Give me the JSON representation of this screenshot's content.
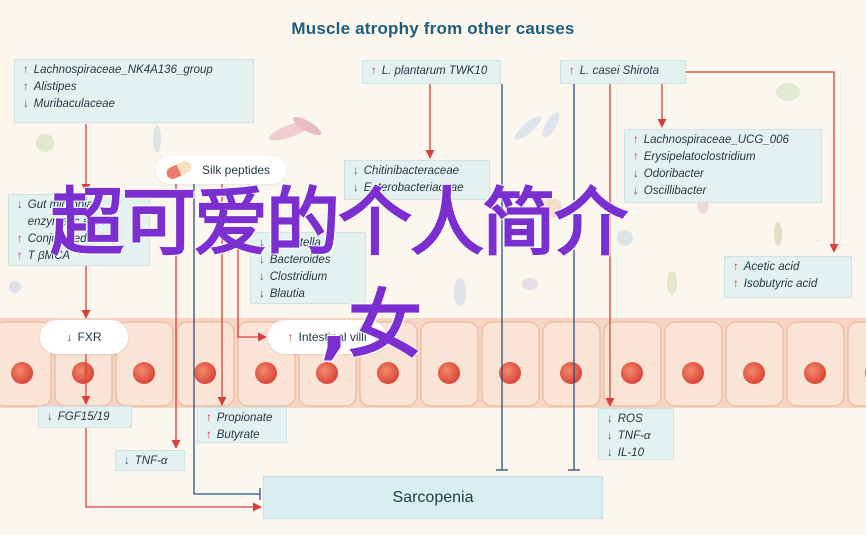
{
  "title": "Muscle atrophy from other causes",
  "overlay_text": {
    "line1": "超可爱的个人简介",
    "line2": ",女"
  },
  "boxes": {
    "lachno_box": {
      "rows": [
        {
          "dir": "up",
          "text": "Lachnospiraceae_NK4A136_group"
        },
        {
          "dir": "up",
          "text": "Alistipes"
        },
        {
          "dir": "down",
          "text": "Muribaculaceae"
        }
      ]
    },
    "plantarum_box": {
      "rows": [
        {
          "dir": "up",
          "text": "L. plantarum TWK10"
        }
      ]
    },
    "casei_box": {
      "rows": [
        {
          "dir": "up",
          "text": "L. casei Shirota"
        }
      ]
    },
    "ucg_box": {
      "rows": [
        {
          "dir": "up",
          "text": "Lachnospiraceae_UCG_006"
        },
        {
          "dir": "up",
          "text": "Erysipelatoclostridium"
        },
        {
          "dir": "down",
          "text": "Odoribacter"
        },
        {
          "dir": "down",
          "text": "Oscillibacter"
        }
      ]
    },
    "chitin_box": {
      "rows": [
        {
          "dir": "down",
          "text": "Chitinibacteraceae"
        },
        {
          "dir": "down",
          "text": "Enterobacteriaceae"
        }
      ]
    },
    "gut_box": {
      "rows": [
        {
          "dir": "down",
          "text": "Gut microbial"
        },
        {
          "dir": "",
          "text": "enzymatic activity"
        },
        {
          "dir": "up",
          "text": "Conjugated BAs"
        },
        {
          "dir": "up",
          "text": "T βMCA"
        }
      ]
    },
    "prevotella_box": {
      "rows": [
        {
          "dir": "down",
          "text": "Prevotella"
        },
        {
          "dir": "down",
          "text": "Bacteroides"
        },
        {
          "dir": "down",
          "text": "Clostridium"
        },
        {
          "dir": "down",
          "text": "Blautia"
        }
      ]
    },
    "acid_box": {
      "rows": [
        {
          "dir": "up",
          "text": "Acetic acid"
        },
        {
          "dir": "up",
          "text": "Isobutyric acid"
        }
      ]
    },
    "fgf_box": {
      "rows": [
        {
          "dir": "down",
          "text": "FGF15/19"
        }
      ]
    },
    "propionate_box": {
      "rows": [
        {
          "dir": "up",
          "text": "Propionate"
        },
        {
          "dir": "up",
          "text": "Butyrate"
        }
      ]
    },
    "tnf_box": {
      "rows": [
        {
          "dir": "down",
          "text": "TNF-α"
        }
      ]
    },
    "ros_box": {
      "rows": [
        {
          "dir": "down",
          "text": "ROS"
        },
        {
          "dir": "down",
          "text": "TNF-α"
        },
        {
          "dir": "down",
          "text": "IL-10"
        }
      ]
    }
  },
  "pills": {
    "silk": {
      "text": "Silk peptides",
      "dir": ""
    },
    "fxr": {
      "text": "FXR",
      "dir": "down"
    },
    "villi": {
      "text": "Intestinal villi",
      "dir": "up"
    }
  },
  "sarcopenia": "Sarcopenia",
  "colors": {
    "arrow_red": "#d7403f",
    "inhibit_blue": "#2a4f86",
    "title": "#1f5f7c",
    "overlay": "#7b2fd0"
  }
}
